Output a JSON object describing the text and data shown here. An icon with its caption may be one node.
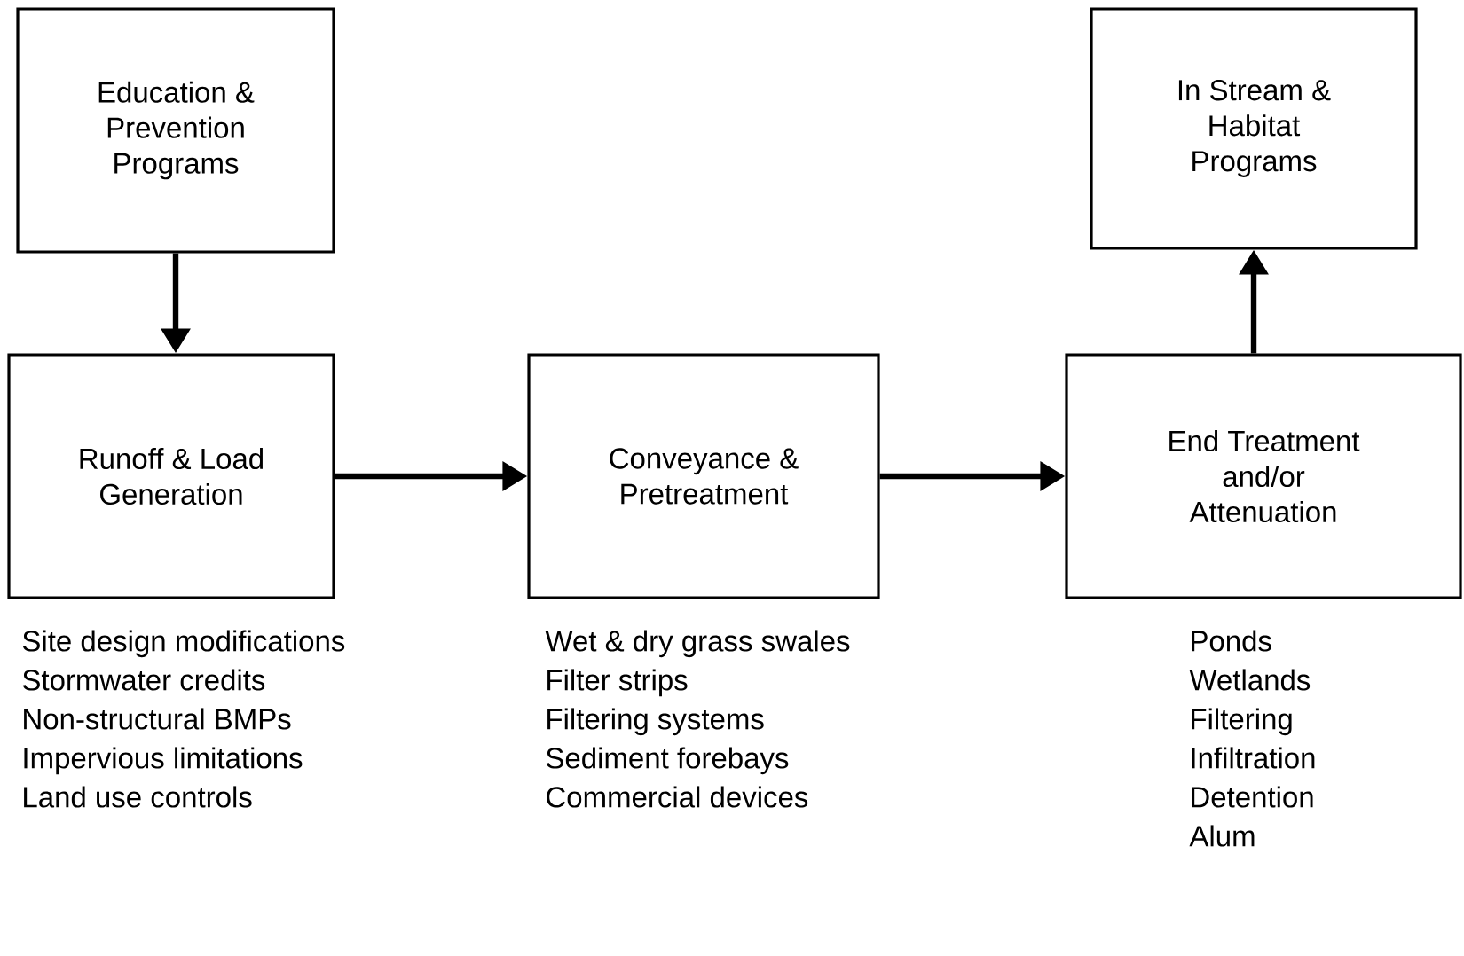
{
  "diagram": {
    "nodes": [
      {
        "text": [
          "Education & Prevention Programs"
        ]
      },
      {
        "text": [
          "In Stream & Habitat Programs"
        ]
      },
      {
        "text": [
          "Runoff & Load Generation"
        ],
        "beside": [
          "Site design modifications",
          "Stormwater credits",
          "Non-structural BMPs",
          "Impervious limitations",
          "Land use controls"
        ]
      },
      {
        "text": [
          "Conveyance & Pretreatment"
        ],
        "beside": [
          "Wet & dry grass swales",
          "Filter strips",
          "Filtering systems",
          "Sediment forebays",
          "Commercial devices"
        ]
      },
      {
        "text": [
          "End Treatment and/or Attenuation"
        ],
        "beside": [
          "Ponds",
          "Wetlands",
          "Filtering",
          "Infiltration",
          "Detention",
          "Alum"
        ]
      }
    ],
    "edges": [
      {
        "from": 0,
        "to": 2,
        "arrow": "to"
      },
      {
        "from": 2,
        "to": 3,
        "arrow": "to"
      },
      {
        "from": 3,
        "to": 4,
        "arrow": "to"
      },
      {
        "from": 4,
        "to": 1,
        "arrow": "to"
      }
    ]
  }
}
